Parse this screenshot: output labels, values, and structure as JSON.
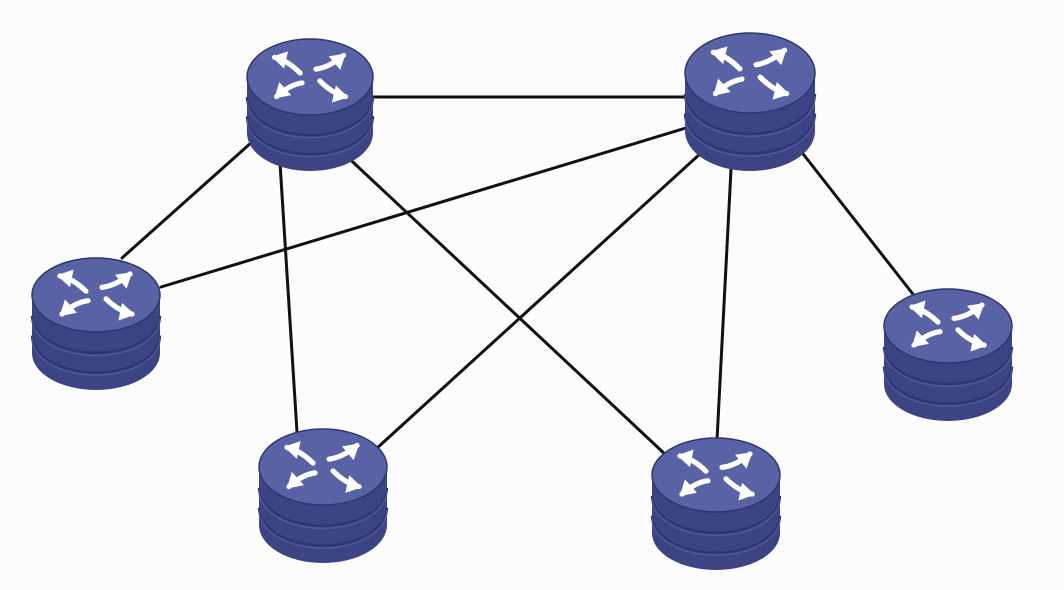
{
  "diagram": {
    "type": "network-topology",
    "colors": {
      "background": "#fcfcfd",
      "link": "#111111",
      "router_top": "#5a62a6",
      "router_side": "#3d4484",
      "router_band": "#555da1",
      "router_rim": "#2f3570",
      "router_arrow": "#ffffff"
    },
    "nodes": [
      {
        "id": "router-top-left",
        "icon": "router-icon"
      },
      {
        "id": "router-top-right",
        "icon": "router-icon"
      },
      {
        "id": "router-middle-left",
        "icon": "router-icon"
      },
      {
        "id": "router-middle-right",
        "icon": "router-icon"
      },
      {
        "id": "router-bottom-left",
        "icon": "router-icon"
      },
      {
        "id": "router-bottom-right",
        "icon": "router-icon"
      }
    ],
    "links": [
      {
        "source": "router-top-left",
        "target": "router-top-right"
      },
      {
        "source": "router-top-left",
        "target": "router-middle-left"
      },
      {
        "source": "router-top-left",
        "target": "router-bottom-left"
      },
      {
        "source": "router-top-left",
        "target": "router-bottom-right"
      },
      {
        "source": "router-top-right",
        "target": "router-middle-left"
      },
      {
        "source": "router-top-right",
        "target": "router-bottom-left"
      },
      {
        "source": "router-top-right",
        "target": "router-bottom-right"
      },
      {
        "source": "router-top-right",
        "target": "router-middle-right"
      }
    ]
  }
}
